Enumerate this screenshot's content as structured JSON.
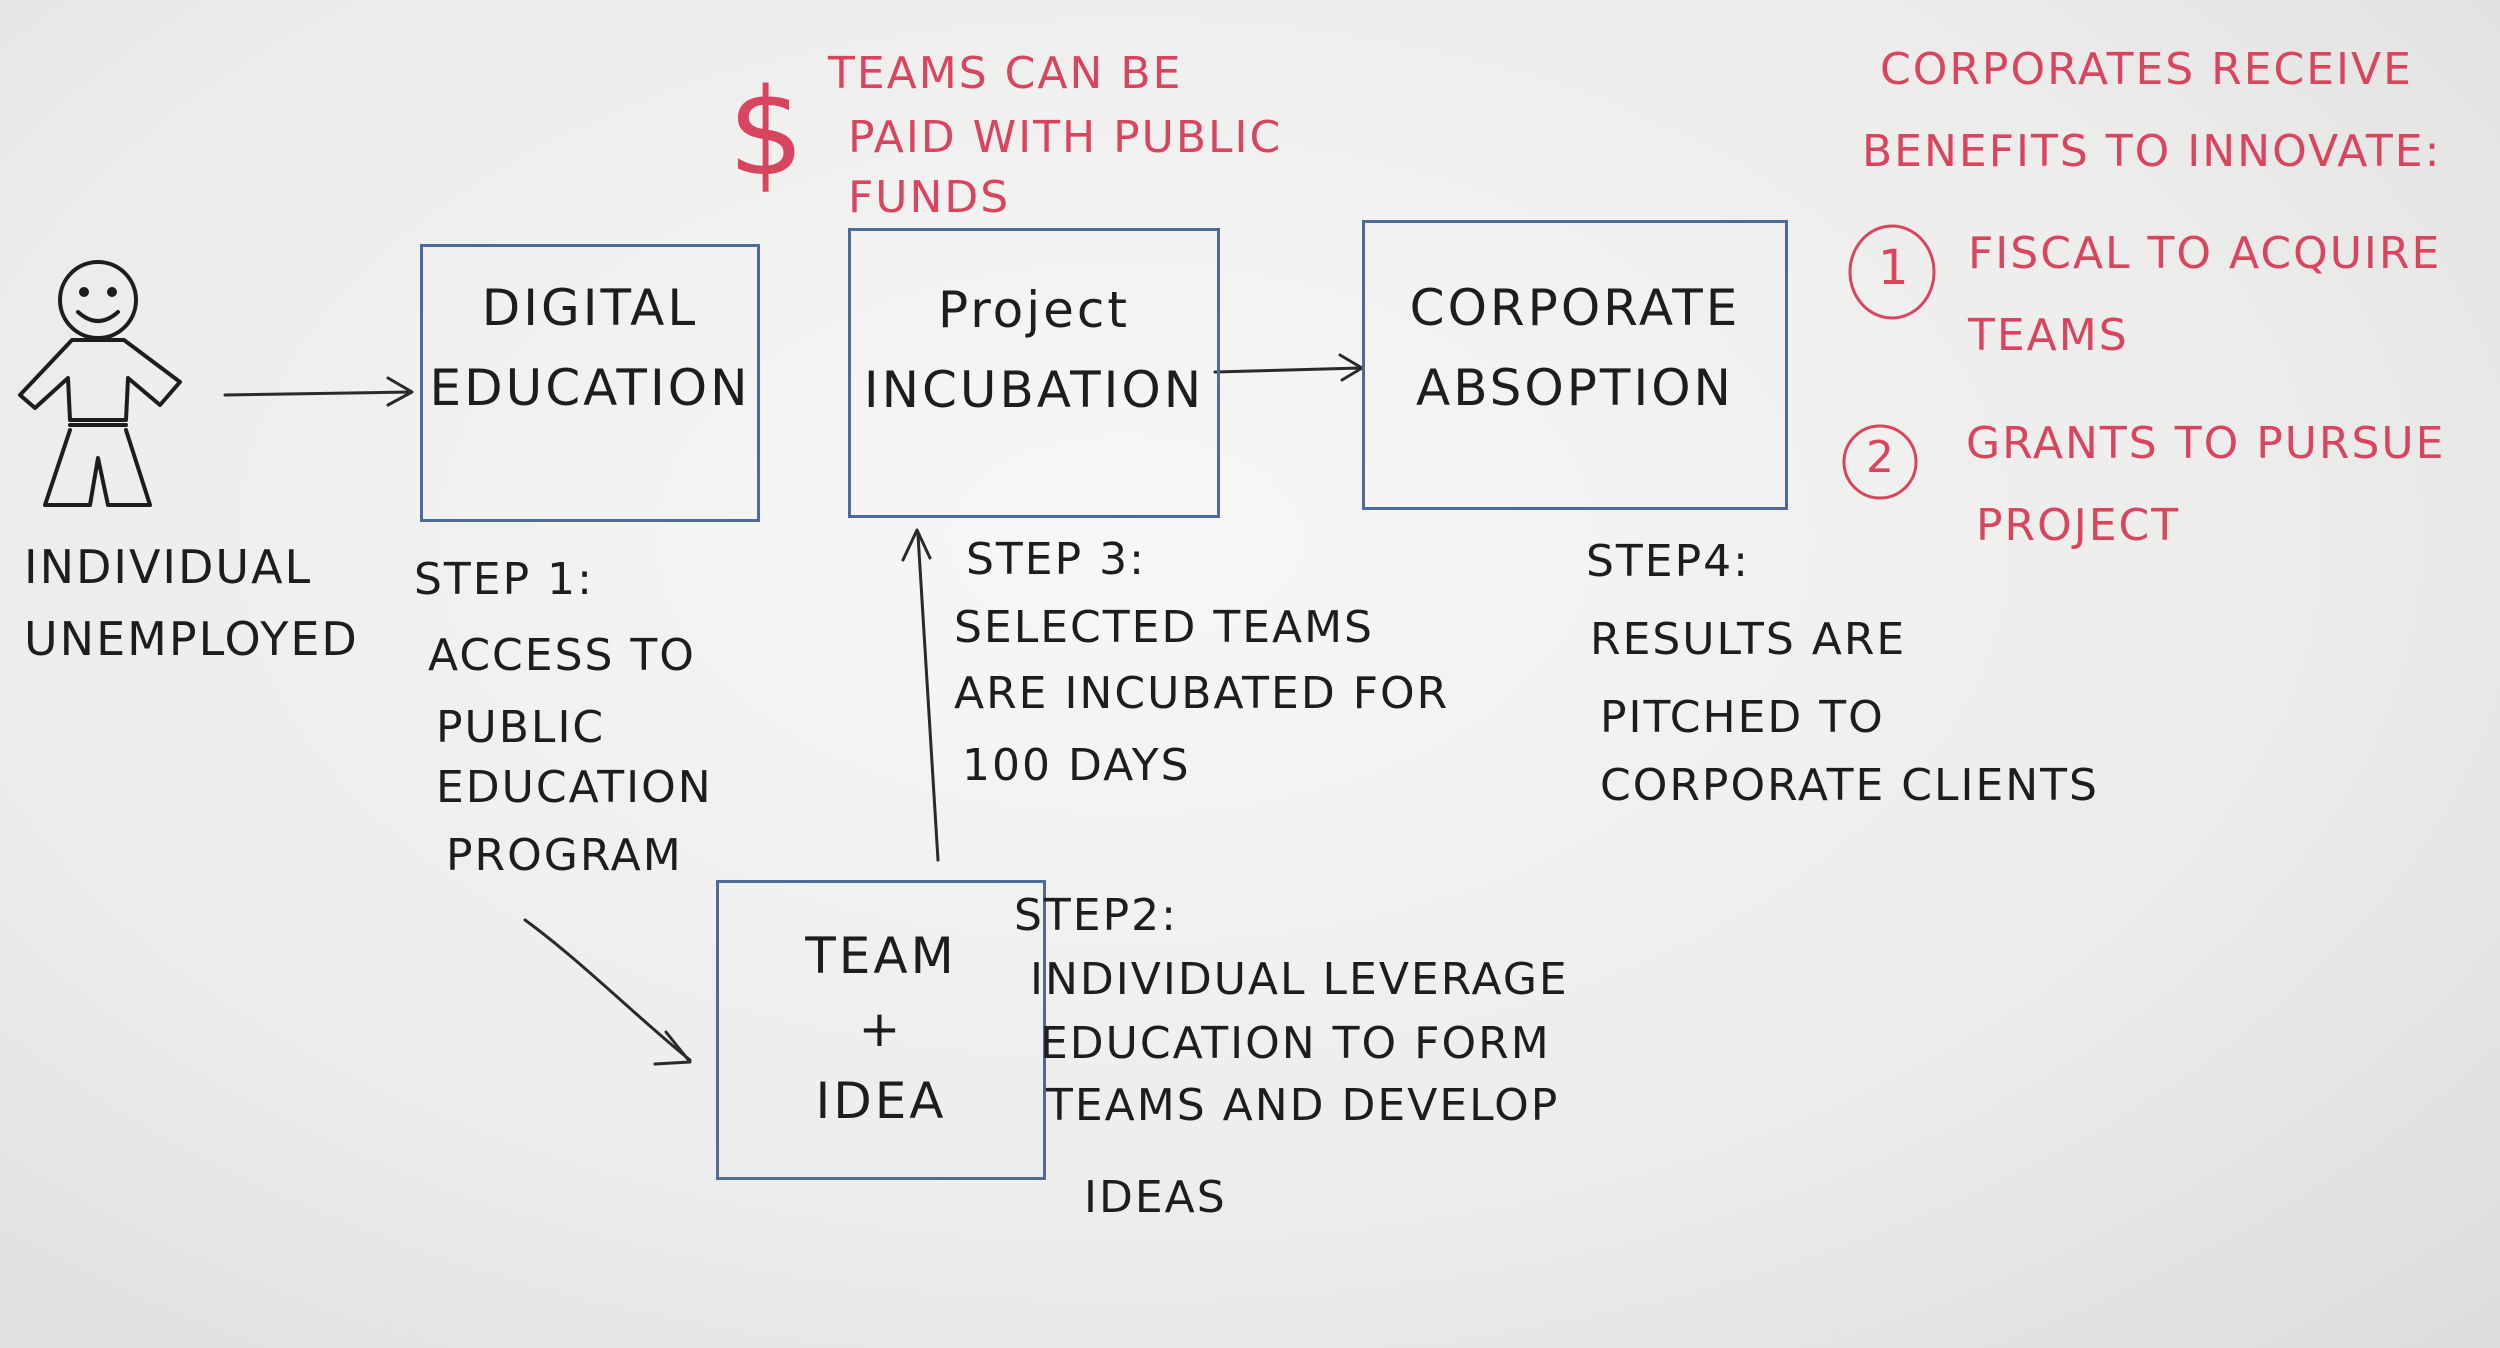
{
  "colors": {
    "board": "#efefee",
    "ink_black": "#1d1d1f",
    "ink_red": "#d9455f",
    "box_blue": "#4e6a9a"
  },
  "person": {
    "label_1": "INDIVIDUAL",
    "label_2": "UNEMPLOYED"
  },
  "boxes": {
    "digital_education": [
      "DIGITAL",
      "EDUCATION"
    ],
    "project_incubation": [
      "Project",
      "INCUBATION"
    ],
    "corporate_absorption": [
      "CORPORATE",
      "ABSOPTION"
    ],
    "team_idea": [
      "TEAM",
      "+",
      "IDEA"
    ]
  },
  "steps": {
    "step1": {
      "title": "STEP 1:",
      "lines": [
        "ACCESS TO",
        "PUBLIC",
        "EDUCATION",
        "PROGRAM"
      ]
    },
    "step2": {
      "title": "STEP2:",
      "lines": [
        "INDIVIDUAL LEVERAGE",
        "EDUCATION TO FORM",
        "TEAMS AND DEVELOP",
        "IDEAS"
      ]
    },
    "step3": {
      "title": "STEP 3:",
      "lines": [
        "SELECTED TEAMS",
        "ARE INCUBATED FOR",
        "100 DAYS"
      ]
    },
    "step4": {
      "title": "STEP4:",
      "lines": [
        "RESULTS ARE",
        "PITCHED TO",
        "CORPORATE CLIENTS"
      ]
    }
  },
  "funds_note": {
    "symbol": "$",
    "lines": [
      "TEAMS CAN BE",
      "PAID WITH PUBLIC",
      "FUNDS"
    ]
  },
  "benefits": {
    "heading": [
      "CORPORATES RECEIVE",
      "BENEFITS TO INNOVATE:"
    ],
    "items": [
      {
        "num": "1",
        "lines": [
          "FISCAL TO ACQUIRE",
          "TEAMS"
        ]
      },
      {
        "num": "2",
        "lines": [
          "GRANTS TO PURSUE",
          "PROJECT"
        ]
      }
    ]
  }
}
